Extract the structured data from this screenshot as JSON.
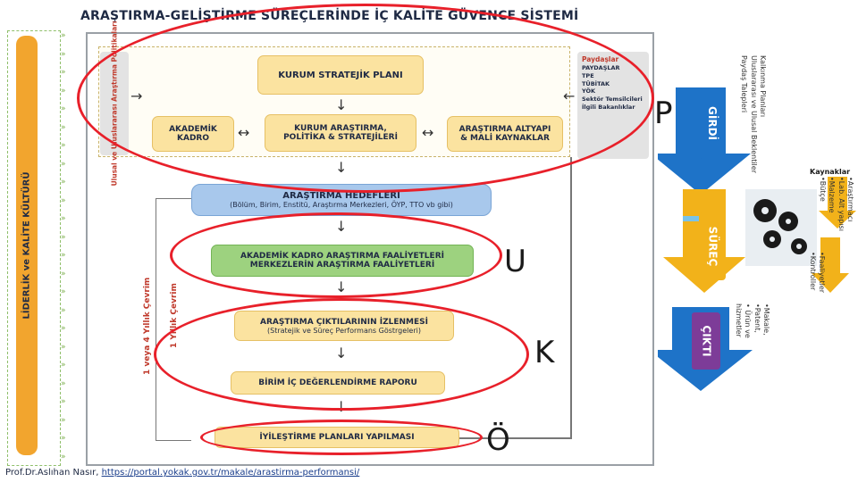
{
  "title": "ARAŞTIRMA-GELİŞTİRME SÜREÇLERİNDE İÇ KALİTE GÜVENCE SİSTEMİ",
  "sidebar": {
    "leadership": "LİDERLİK ve KALİTE KÜLTÜRÜ"
  },
  "left_panel": {
    "text": "Ulusal ve Uluslararası Araştırma Politikaları"
  },
  "boxes": {
    "strategic_plan": "KURUM STRATEJİK PLANI",
    "academic_staff": [
      "AKADEMİK",
      "KADRO"
    ],
    "research_policy": [
      "KURUM ARAŞTIRMA,",
      "POLİTİKA & STRATEJİLERİ"
    ],
    "infrastructure": [
      "ARAŞTIRMA ALTYAPI",
      "& MALİ KAYNAKLAR"
    ],
    "research_goals_title": "ARAŞTIRMA HEDEFLERİ",
    "research_goals_sub": "(Bölüm, Birim, Enstitü, Araştırma Merkezleri, ÖYP, TTO vb gibi)",
    "activities": [
      "AKADEMİK KADRO ARAŞTIRMA FAALİYETLERİ",
      "MERKEZLERİN ARAŞTIRMA FAALİYETLERİ"
    ],
    "monitoring_title": "ARAŞTIRMA ÇIKTILARININ İZLENMESİ",
    "monitoring_sub": "(Stratejik ve Süreç Performans Göstrgeleri)",
    "report": "BİRİM İÇ DEĞERLENDİRME RAPORU",
    "improvement": "İYİLEŞTİRME PLANLARI YAPILMASI"
  },
  "stakeholders": {
    "heading": "Paydaşlar",
    "items": [
      "PAYDAŞLAR",
      "TPE",
      "TÜBİTAK",
      "YÖK",
      "Sektör Temsilcileri",
      "İlgili Bakanlıklar"
    ]
  },
  "cycle_labels": [
    "1 veya 4 Yıllık Çevrim",
    "1 Yıllık Çevrim"
  ],
  "pukö": {
    "p": "P",
    "u": "U",
    "k": "K",
    "o": "Ö"
  },
  "flow": {
    "input": "GİRDİ",
    "process": "SÜREÇ",
    "output": "ÇIKTI",
    "input_notes": [
      "Kalkınma Planları",
      "Uluslararası ve Ulusal Beklentiler",
      "Paydaş Talepleri"
    ],
    "resources_title": "Kaynaklar",
    "resources": [
      "•Araştırmacı",
      "•Lab. Alt yapısı",
      "•Malzeme",
      "•Bütçe"
    ],
    "activities": [
      "•Faaliyetler",
      "•Kontroller"
    ],
    "outputs": [
      "•Makale,",
      "•Patent,",
      "• Ürün ve",
      "hizmetler"
    ]
  },
  "footer": {
    "author": "Prof.Dr.Aslıhan Nasır,",
    "url": "https://portal.yokak.gov.tr/makale/arastirma-performansi/"
  },
  "colors": {
    "accent_red": "#e8202a",
    "blue_arrow": "#1e73c8",
    "orange": "#f2a52e"
  }
}
